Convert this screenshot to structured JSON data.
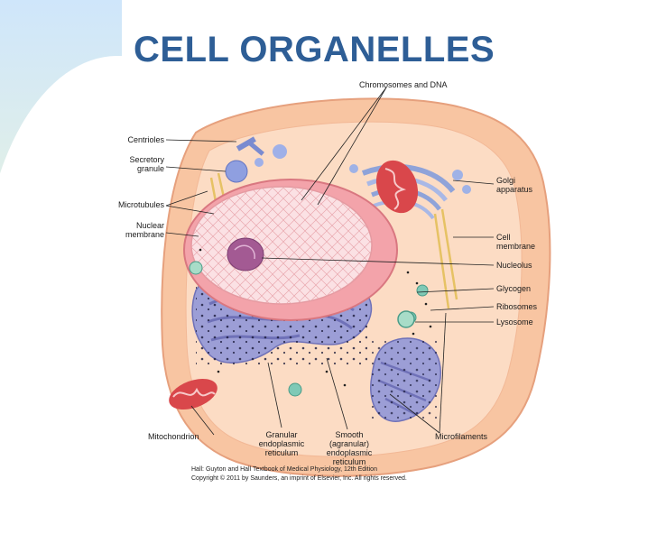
{
  "slide": {
    "title": "CELL ORGANELLES"
  },
  "diagram": {
    "labels": {
      "chromosomes": "Chromosomes and DNA",
      "centrioles": "Centrioles",
      "secretory": "Secretory\ngranule",
      "microtubules": "Microtubules",
      "nuclear": "Nuclear\nmembrane",
      "golgi": "Golgi\napparatus",
      "cellmem": "Cell\nmembrane",
      "nucleolus": "Nucleolus",
      "glycogen": "Glycogen",
      "ribosomes": "Ribosomes",
      "lysosome": "Lysosome",
      "mitochondrion": "Mitochondrion",
      "granular": "Granular\nendoplasmic\nreticulum",
      "smooth": "Smooth\n(agranular)\nendoplasmic\nreticulum",
      "microfilaments": "Microfilaments"
    },
    "credit": {
      "line1": "Hall: Guyton and Hall Textbook of Medical Physiology, 12th Edition",
      "line2": "Copyright © 2011 by Saunders, an imprint of Elsevier, Inc. All rights reserved."
    }
  }
}
